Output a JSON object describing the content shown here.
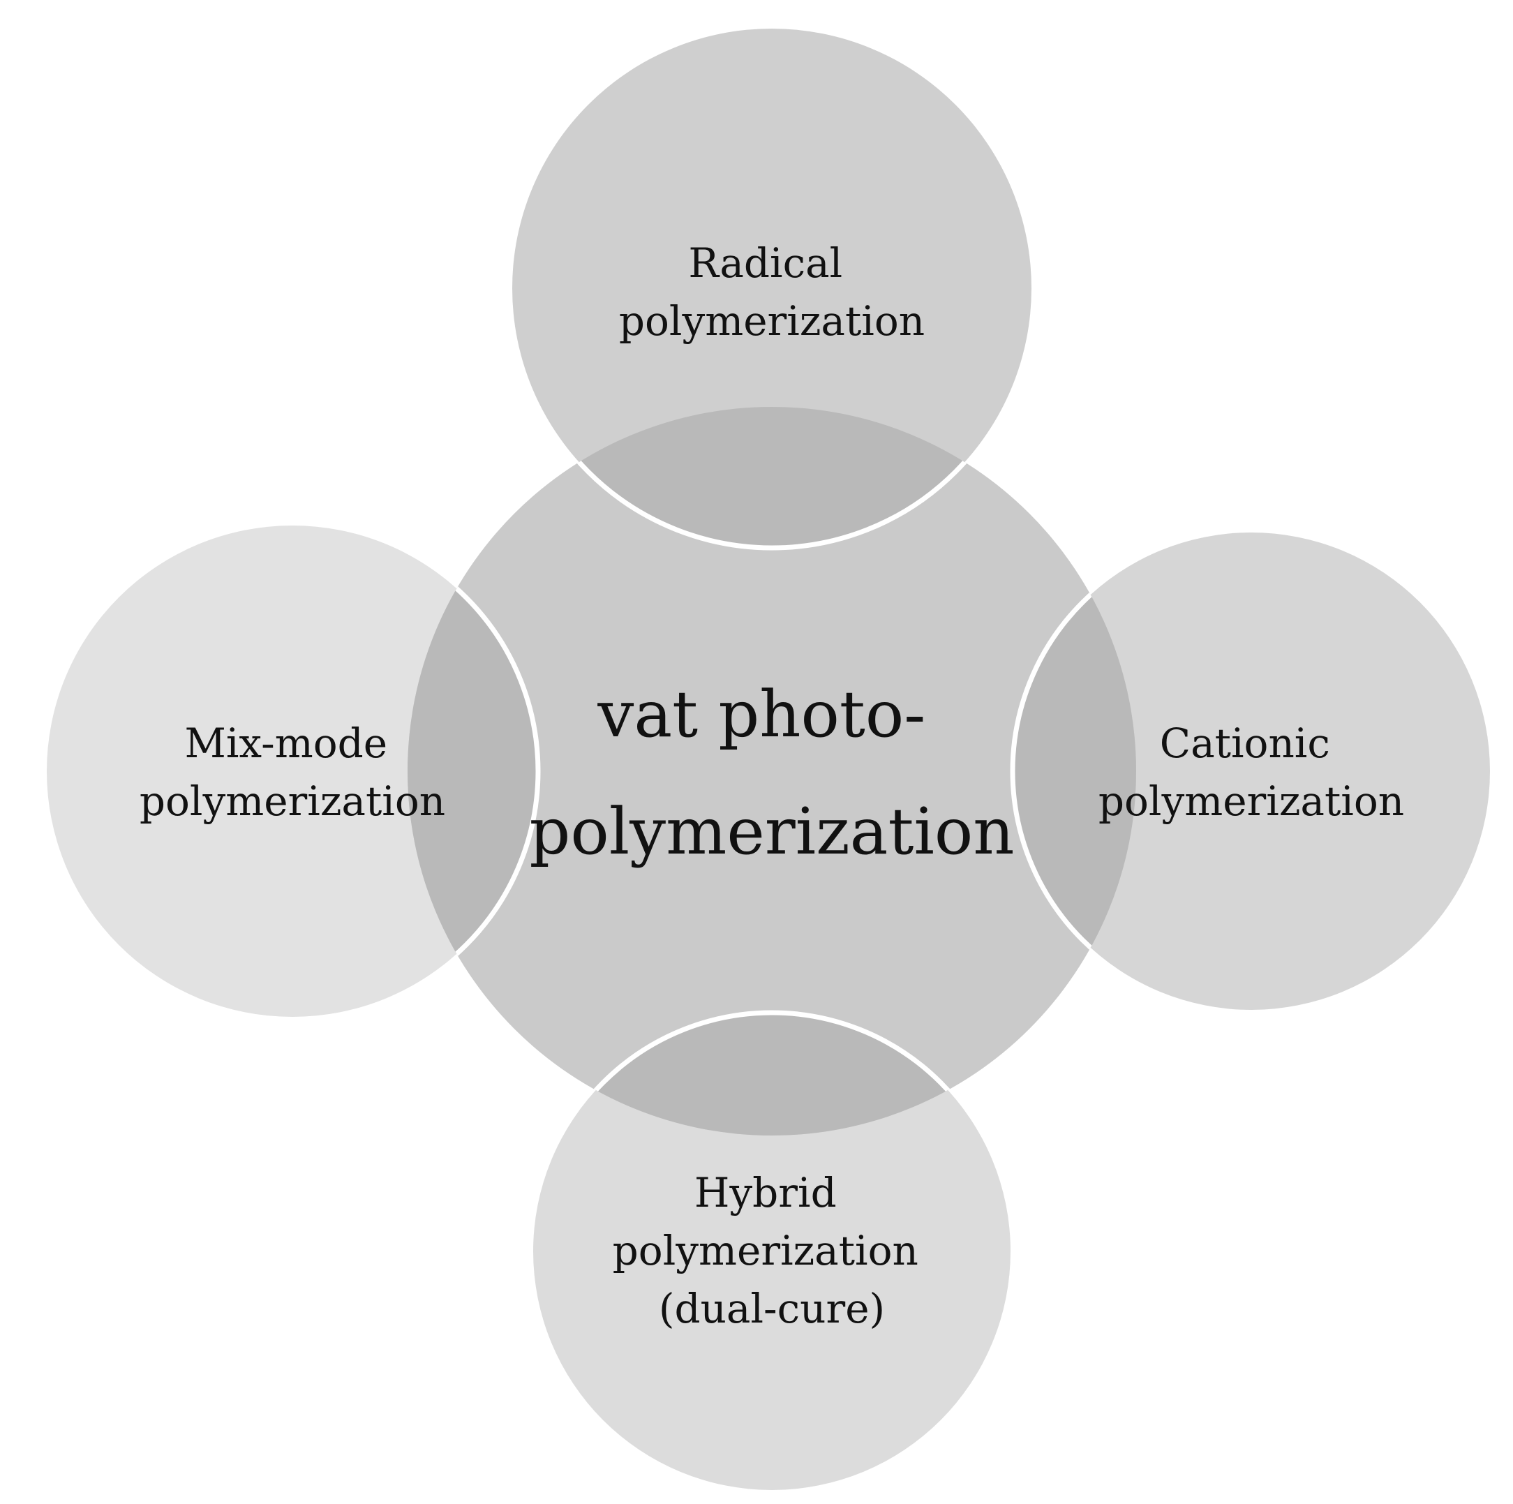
{
  "center": {
    "line1": "vat photo-",
    "line2": "polymerization"
  },
  "nodes": {
    "top": {
      "line1": "Radical",
      "line2": "polymerization"
    },
    "right": {
      "line1": "Cationic",
      "line2": "polymerization"
    },
    "bottom": {
      "line1": "Hybrid",
      "line2": "polymerization",
      "line3": "(dual-cure)"
    },
    "left": {
      "line1": "Mix-mode",
      "line2": "polymerization"
    }
  },
  "colors": {
    "center_fill": "#cacaca",
    "top_fill": "#cfcfcf",
    "right_fill": "#d6d6d6",
    "bottom_fill": "#dcdcdc",
    "left_fill": "#e2e2e2",
    "overlap_fill": "#b9b9b9",
    "separator": "#ffffff"
  }
}
